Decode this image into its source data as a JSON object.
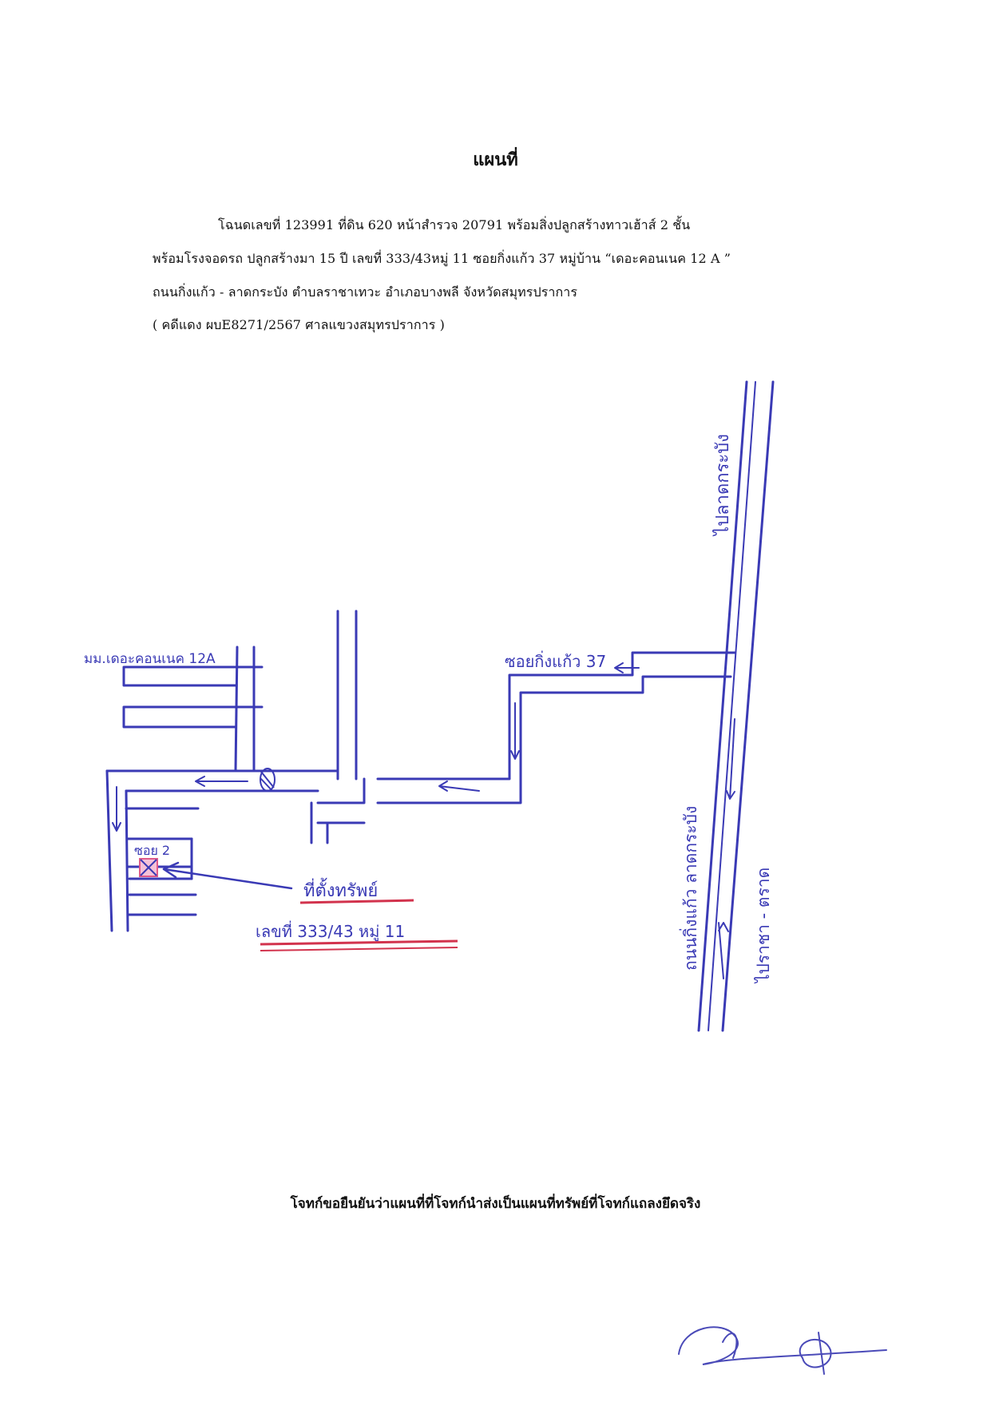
{
  "document": {
    "title": "แผนที่",
    "description_lines": [
      "โฉนดเลขที่ 123991   ที่ดิน 620  หน้าสำรวจ 20791    พร้อมสิ่งปลูกสร้างทาวเฮ้าส์ 2 ชั้น",
      "พร้อมโรงจอดรถ  ปลูกสร้างมา 15 ปี เลขที่ 333/43หมู่ 11  ซอยกิ่งแก้ว 37   หมู่บ้าน “เดอะคอนเนค 12 A ”",
      "ถนนกิ่งแก้ว - ลาดกระบัง  ตำบลราชาเทวะ   อำเภอบางพลี   จังหวัดสมุทรปราการ",
      "( คดีแดง ผบE8271/2567  ศาลแขวงสมุทรปราการ )"
    ],
    "confirmation": "โจทก์ขอยืนยันว่าแผนที่ที่โจทก์นำส่งเป็นแผนที่ทรัพย์ที่โจทก์แถลงยึดจริง"
  },
  "map": {
    "labels": {
      "to_lat_krabang": "ไปลาดกระบัง",
      "village": "มม.เดอะคอนเนค 12A",
      "soi_kingkaew_37": "ซอยกิ่งแก้ว 37",
      "road_name": "ถนนกิ่งแก้ว ลาดกระบัง",
      "to_rachathewa": "ไปราชา - ตราด",
      "soi_2": "ซอย 2",
      "property_label": "ที่ตั้งทรัพย์",
      "property_address": "เลขที่ 333/43 หมู่ 11"
    },
    "colors": {
      "ink": "#3a3ab5",
      "underline": "#d2334d",
      "marker": "#e05a8a"
    }
  }
}
